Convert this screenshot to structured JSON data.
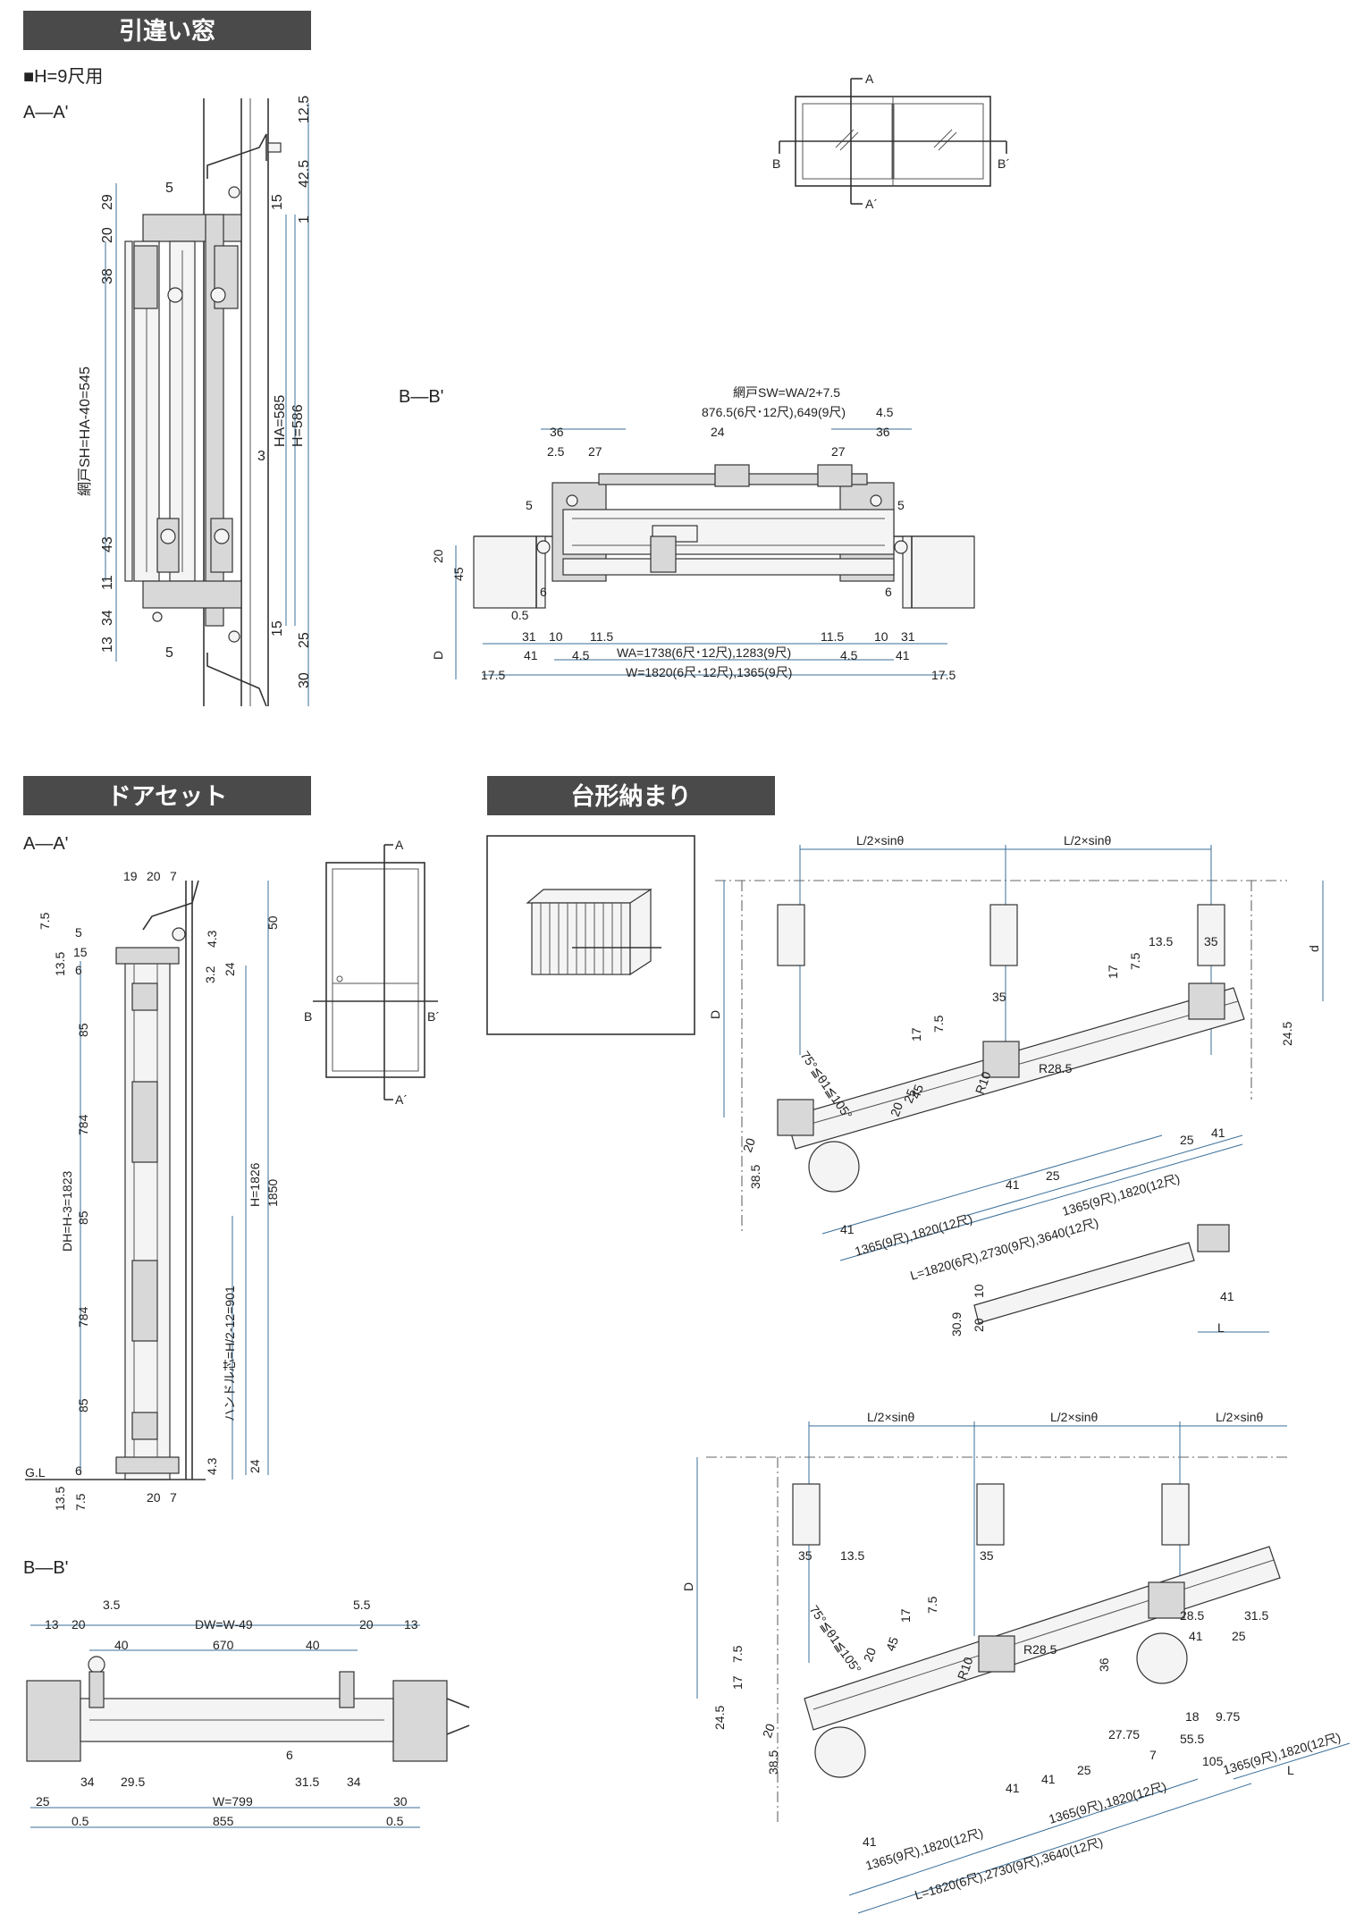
{
  "sections": {
    "sliding_window": {
      "title": "引違い窓",
      "subtitle": "■H=9尺用",
      "aa": {
        "label": "A—A'",
        "dims": [
          "12.5",
          "42.5",
          "15",
          "1",
          "29",
          "5",
          "20",
          "38",
          "43",
          "11",
          "34",
          "13",
          "5",
          "15",
          "25",
          "30",
          "3",
          "HA=585",
          "H=586",
          "網戸SH=HA-40=545"
        ]
      },
      "key_plan": {
        "a_top": "A",
        "a_bottom": "A´",
        "b_left": "B",
        "b_right": "B´"
      },
      "bb": {
        "label": "B—B'",
        "sw_label": "網戸SW=WA/2+7.5",
        "sw_values": "876.5(6尺･12尺),649(9尺)",
        "dims": [
          "36",
          "2.5",
          "27",
          "24",
          "4.5",
          "36",
          "27",
          "5",
          "5",
          "20",
          "45",
          "D",
          "0.5",
          "6",
          "6",
          "31",
          "10",
          "11.5",
          "11.5",
          "10",
          "31",
          "41",
          "4.5",
          "4.5",
          "41",
          "17.5",
          "17.5"
        ],
        "wa": "WA=1738(6尺･12尺),1283(9尺)",
        "w": "W=1820(6尺･12尺),1365(9尺)"
      }
    },
    "door_set": {
      "title": "ドアセット",
      "aa": {
        "label": "A—A'",
        "dims": [
          "19",
          "20",
          "7",
          "7.5",
          "5",
          "15",
          "4.3",
          "50",
          "13.5",
          "6",
          "3.2",
          "24",
          "85",
          "784",
          "85",
          "784",
          "85",
          "6",
          "13.5",
          "7.5",
          "20",
          "7",
          "4.3",
          "24",
          "DH=H-3=1823",
          "H=1826",
          "1850",
          "ハンドル芯=H/2-12=901",
          "G.L"
        ]
      },
      "key_plan": {
        "a_top": "A",
        "a_bottom": "A´",
        "b_left": "B",
        "b_right": "B´"
      },
      "bb": {
        "label": "B—B'",
        "dims": [
          "3.5",
          "5.5",
          "13",
          "20",
          "DW=W-49",
          "20",
          "13",
          "40",
          "670",
          "40",
          "6",
          "34",
          "29.5",
          "31.5",
          "34",
          "25",
          "W=799",
          "30",
          "0.5",
          "855",
          "0.5"
        ]
      }
    },
    "trapezoid": {
      "title": "台形納まり",
      "upper": {
        "top_dims": [
          "L/2×sinθ",
          "L/2×sinθ"
        ],
        "dims": [
          "D",
          "d",
          "13.5",
          "35",
          "17",
          "7.5",
          "35",
          "17",
          "7.5",
          "24.5",
          "R28.5",
          "R10",
          "45",
          "20",
          "25",
          "75°≦θ1≦105°",
          "38.5",
          "20",
          "25",
          "41",
          "41",
          "41",
          "25"
        ],
        "lengths": [
          "1365(9尺),1820(12尺)",
          "1365(9尺),1820(12尺)",
          "L=1820(6尺),2730(9尺),3640(12尺)"
        ],
        "detail": [
          "10",
          "30.9",
          "20",
          "41",
          "L"
        ]
      },
      "lower": {
        "top_dims": [
          "L/2×sinθ",
          "L/2×sinθ",
          "L/2×sinθ"
        ],
        "dims": [
          "D",
          "35",
          "13.5",
          "35",
          "17",
          "7.5",
          "45",
          "20",
          "R10",
          "R28.5",
          "75°≦θ1≦105°",
          "17",
          "7.5",
          "24.5",
          "38.5",
          "20",
          "28.5",
          "31.5",
          "41",
          "25",
          "36",
          "18",
          "9.75",
          "27.75",
          "55.5",
          "7",
          "105",
          "41",
          "41",
          "25",
          "41"
        ],
        "lengths": [
          "1365(9尺),1820(12尺)",
          "1365(9尺),1820(12尺)",
          "L=1820(6尺),2730(9尺),3640(12尺)",
          "1365(9尺),1820(12尺)"
        ],
        "l_label": "L"
      }
    }
  }
}
